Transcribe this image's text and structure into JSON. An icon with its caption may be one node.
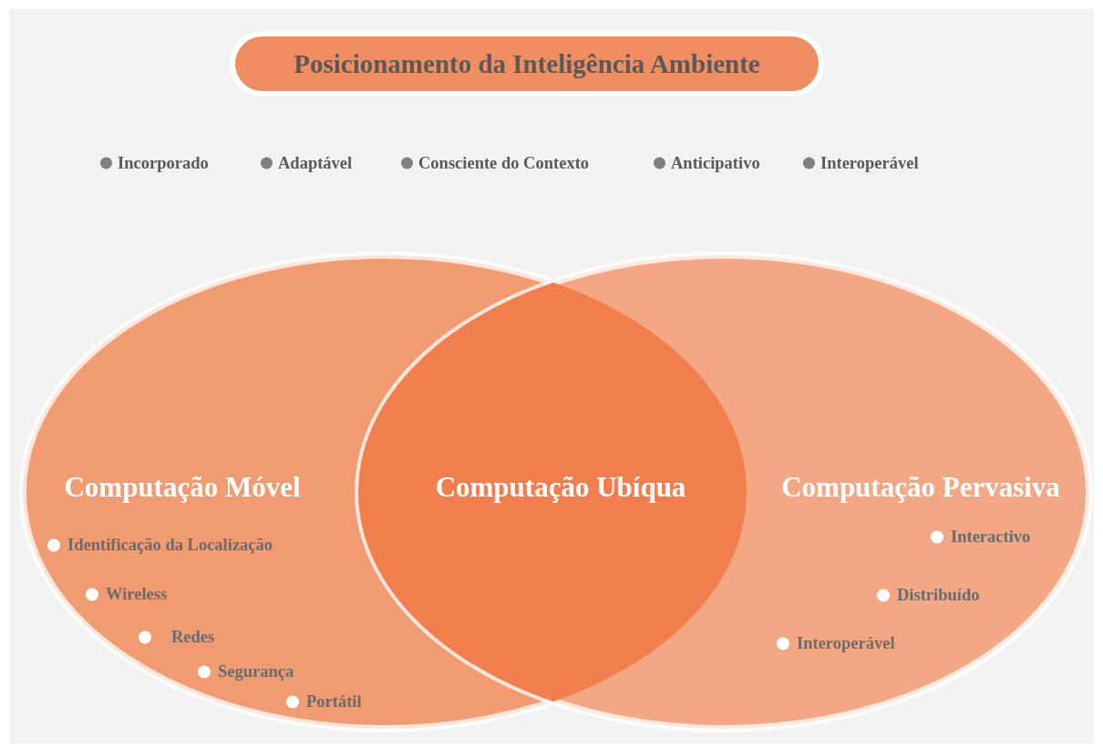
{
  "diagram": {
    "title": "Posicionamento da Inteligência Ambiente",
    "nodes": [
      {
        "text": [
          "Computação Móvel",
          "Identificação da Localização",
          "Wireless",
          "Redes",
          "Segurança",
          "Portátil"
        ]
      },
      {
        "text": [
          "Computação Ubíqua"
        ]
      },
      {
        "text": [
          "Computação Pervasiva",
          "Interactivo",
          "Distribuído",
          "Interoperável"
        ]
      }
    ],
    "labels": [
      "Incorporado",
      "Adaptável",
      "Consciente do Contexto",
      "Anticipativo",
      "Interoperável"
    ]
  }
}
